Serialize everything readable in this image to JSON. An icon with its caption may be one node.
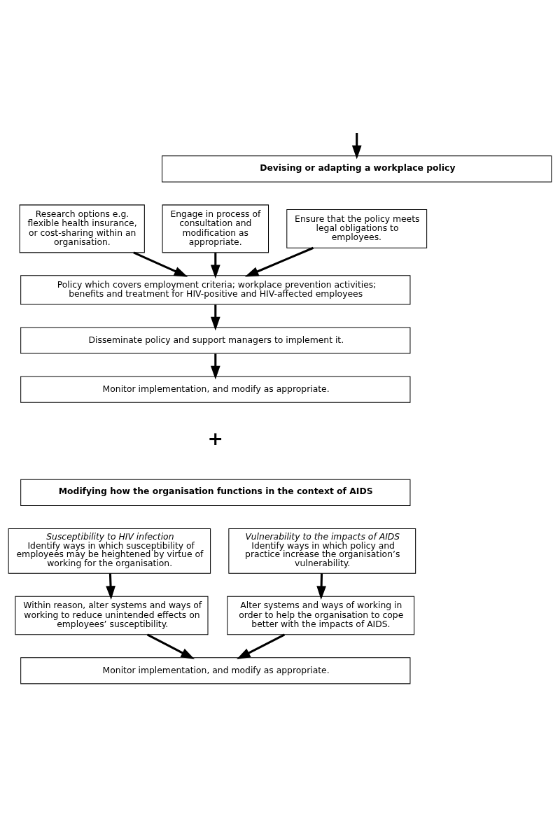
{
  "diagram": {
    "nodes": [
      {
        "text": [
          "Devising or adapting a workplace policy"
        ]
      },
      {
        "text": [
          "Research options e.g. flexible health insurance, or cost-sharing within an organisation."
        ]
      },
      {
        "text": [
          "Ensure that the policy meets legal obligations to employees."
        ]
      },
      {
        "text": [
          "Engage in process of consultation and modification as appropriate."
        ]
      },
      {
        "text": [
          "Policy which covers employment criteria; workplace prevention activities; benefits and treatment for HIV-positive and HIV-affected employees"
        ]
      },
      {
        "text": [
          "Disseminate policy and support managers to implement it."
        ]
      },
      {
        "text": [
          "Monitor implementation, and modify as appropriate."
        ]
      },
      {
        "text": [
          "Modifying how the organisation functions in the context of AIDS"
        ]
      },
      {
        "text": [
          "Susceptibility to HIV infection",
          "Identify ways in which susceptibility of employees may be heightened by virtue of working for the organisation."
        ]
      },
      {
        "text": [
          "Vulnerability to the impacts of AIDS",
          "Identify ways in which policy and practice increase the organisation’s vulnerability."
        ]
      },
      {
        "text": [
          "Within reason, alter systems and ways of working to reduce unintended effects on employees’ susceptibility."
        ]
      },
      {
        "text": [
          "Alter systems and ways of working in order to help the organisation to cope better with the impacts of AIDS."
        ]
      },
      {
        "text": [
          "Monitor implementation, and modify as appropriate."
        ]
      }
    ],
    "edges": [
      {
        "from": null,
        "to": 0,
        "arrow": "to"
      },
      {
        "from": 1,
        "to": 4,
        "arrow": "to"
      },
      {
        "from": 2,
        "to": 4,
        "arrow": "to"
      },
      {
        "from": 3,
        "to": 4,
        "arrow": "to"
      },
      {
        "from": 4,
        "to": 5,
        "arrow": "to"
      },
      {
        "from": 5,
        "to": 6,
        "arrow": "to"
      },
      {
        "from": 8,
        "to": 10,
        "arrow": "to"
      },
      {
        "from": 9,
        "to": 11,
        "arrow": "to"
      },
      {
        "from": 10,
        "to": 12,
        "arrow": "to"
      },
      {
        "from": 11,
        "to": 12,
        "arrow": "to"
      }
    ],
    "labels": [
      "+"
    ]
  }
}
